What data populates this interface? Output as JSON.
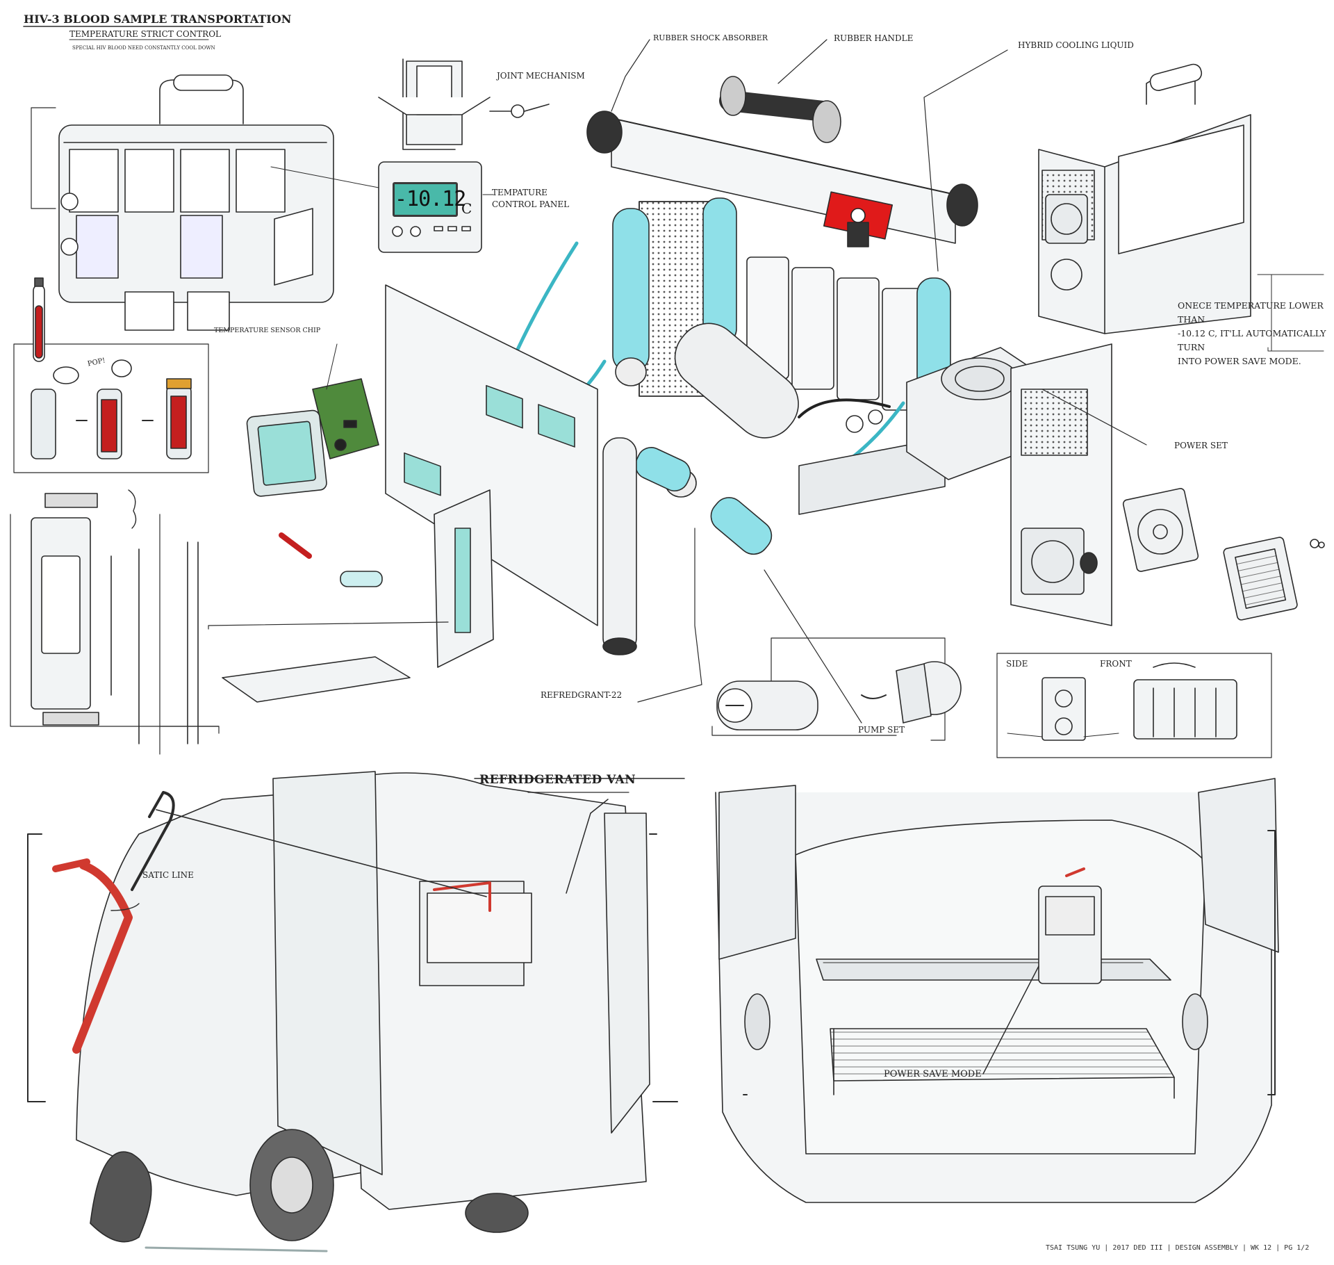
{
  "title": {
    "main": "HIV-3 BLOOD SAMPLE TRANSPORTATION",
    "sub": "TEMPERATURE STRICT CONTROL",
    "note": "SPECIAL HIV BLOOD NEED CONSTANTLY COOL DOWN"
  },
  "labels": {
    "joint_mechanism": "JOINT MECHANISM",
    "temp_panel_1": "TEMPATURE",
    "temp_panel_2": "CONTROL PANEL",
    "rubber_shock_absorber": "RUBBER SHOCK ABSORBER",
    "rubber_handle": "RUBBER HANDLE",
    "hybrid_cooling_liquid": "HYBRID COOLING LIQUID",
    "temperature_sensor_chip": "TEMPERATURE SENSOR CHIP",
    "power_set": "POWER SET",
    "refrigerant": "REFREDGRANT-22",
    "pump_set": "PUMP SET",
    "side": "SIDE",
    "front": "FRONT",
    "refrigerated_van": "REFRIDGERATED VAN",
    "static_line": "SATIC LINE",
    "power_save_mode": "POWER SAVE MODE",
    "pop": "POP!"
  },
  "display": {
    "value": "-10.12",
    "unit": "C"
  },
  "power_note": {
    "line1": "ONECE TEMPERATURE LOWER THAN",
    "line2": "-10.12 C, IT'LL AUTOMATICALLY TURN",
    "line3": "INTO POWER SAVE MODE."
  },
  "signature": "TSAI TSUNG YU | 2017 DED III | DESIGN ASSEMBLY | WK 12 | PG 1/2",
  "colors": {
    "line": "#2b2b2b",
    "coolant": "#8fe0e8",
    "coolant_dark": "#3bb6c4",
    "blood": "#c41f1f",
    "strap": "#d0392f",
    "pcb": "#4f8a3c",
    "lcd": "#49b9a9",
    "biohazard": "#e01a1a",
    "body_fill": "#f2f4f5",
    "shade": "#dfe3e6"
  }
}
